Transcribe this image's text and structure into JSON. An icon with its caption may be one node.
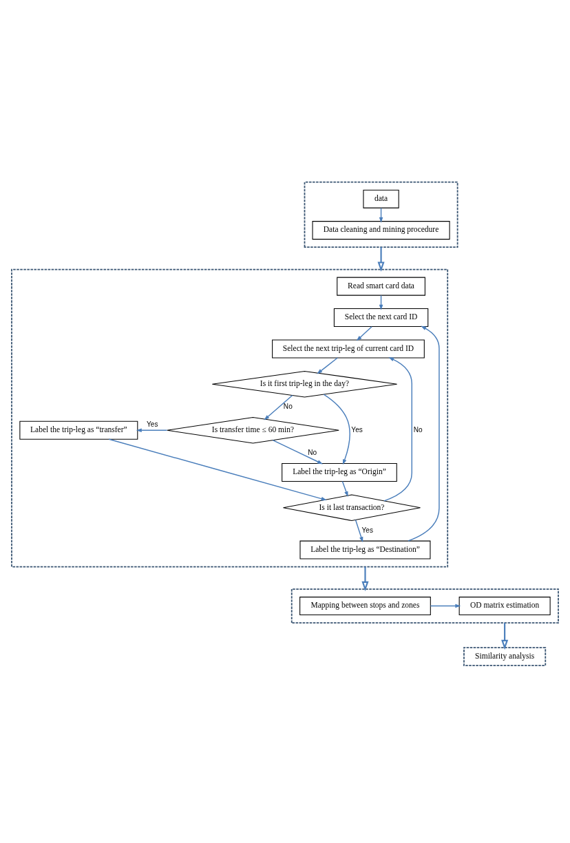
{
  "diagram": {
    "nodes": [
      {
        "text": [],
        "shape": "box"
      },
      {
        "text": [
          "data"
        ],
        "in": 0
      },
      {
        "text": [
          "Data cleaning and mining procedure"
        ],
        "in": 0
      },
      {
        "text": [],
        "shape": "box"
      },
      {
        "text": [
          "Read smart card data"
        ],
        "in": 3
      },
      {
        "text": [
          "Select the next card ID"
        ],
        "in": 3
      },
      {
        "text": [
          "Select the next trip-leg of current card ID"
        ],
        "in": 3
      },
      {
        "text": [
          "Is it first trip-leg in the day?"
        ],
        "in": 3
      },
      {
        "text": [
          "Label the trip-leg as “transfer”"
        ],
        "in": 3
      },
      {
        "text": [
          "Is transfer time ≤ 60 min?"
        ],
        "in": 3
      },
      {
        "text": [
          "Label the trip-leg as “Origin”"
        ],
        "in": 3
      },
      {
        "text": [
          "Is it last transaction?"
        ],
        "in": 3
      },
      {
        "text": [
          "Label the trip-leg as “Destination”"
        ],
        "in": 3
      },
      {
        "text": [],
        "shape": "box"
      },
      {
        "text": [
          "Mapping between stops and zones"
        ],
        "in": 13
      },
      {
        "text": [
          "OD matrix estimation"
        ],
        "in": 13
      },
      {
        "text": [
          "Similarity analysis"
        ]
      }
    ],
    "edges": [
      {
        "from": 1,
        "to": 2,
        "arrow": "to"
      },
      {
        "from": 0,
        "to": 3,
        "arrow": "to"
      },
      {
        "from": 4,
        "to": 5,
        "arrow": "to"
      },
      {
        "from": 5,
        "to": 6,
        "arrow": "to"
      },
      {
        "from": 6,
        "to": 7,
        "arrow": "to"
      },
      {
        "from": 7,
        "to": 10,
        "arrow": "to",
        "label": "Yes"
      },
      {
        "from": 7,
        "to": 9,
        "arrow": "to",
        "label": "No"
      },
      {
        "from": 9,
        "to": 8,
        "arrow": "to",
        "label": "Yes"
      },
      {
        "from": 9,
        "to": 10,
        "arrow": "to",
        "label": "No"
      },
      {
        "from": 8,
        "to": 11,
        "arrow": "to"
      },
      {
        "from": 10,
        "to": 11,
        "arrow": "to"
      },
      {
        "from": 11,
        "to": 6,
        "arrow": "to",
        "label": "No"
      },
      {
        "from": 11,
        "to": 12,
        "arrow": "to",
        "label": "Yes"
      },
      {
        "from": 12,
        "to": 5,
        "arrow": "to"
      },
      {
        "from": 3,
        "to": 13,
        "arrow": "to"
      },
      {
        "from": 14,
        "to": 15,
        "arrow": "to"
      },
      {
        "from": 13,
        "to": 16,
        "arrow": "to"
      }
    ]
  }
}
